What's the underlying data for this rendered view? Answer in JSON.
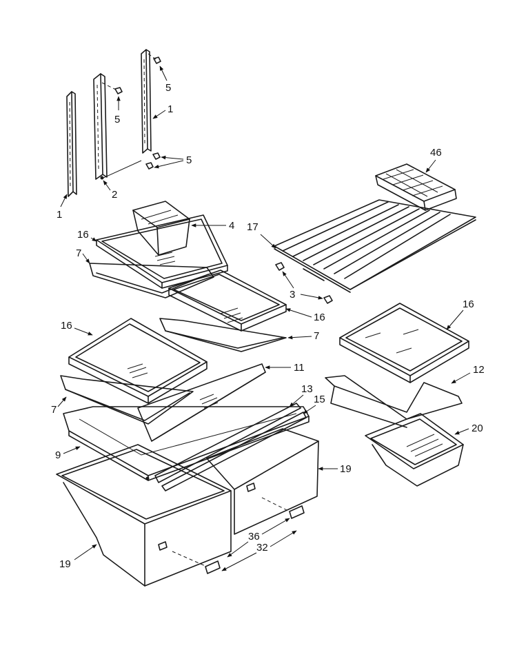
{
  "callouts": {
    "c1a": "1",
    "c1b": "1",
    "c2": "2",
    "c3": "3",
    "c4": "4",
    "c5a": "5",
    "c5b": "5",
    "c5c": "5",
    "c7a": "7",
    "c7b": "7",
    "c7c": "7",
    "c9": "9",
    "c11": "11",
    "c12": "12",
    "c13": "13",
    "c15": "15",
    "c16a": "16",
    "c16b": "16",
    "c16c": "16",
    "c16d": "16",
    "c17": "17",
    "c19a": "19",
    "c19b": "19",
    "c20": "20",
    "c32": "32",
    "c36": "36",
    "c46": "46"
  }
}
